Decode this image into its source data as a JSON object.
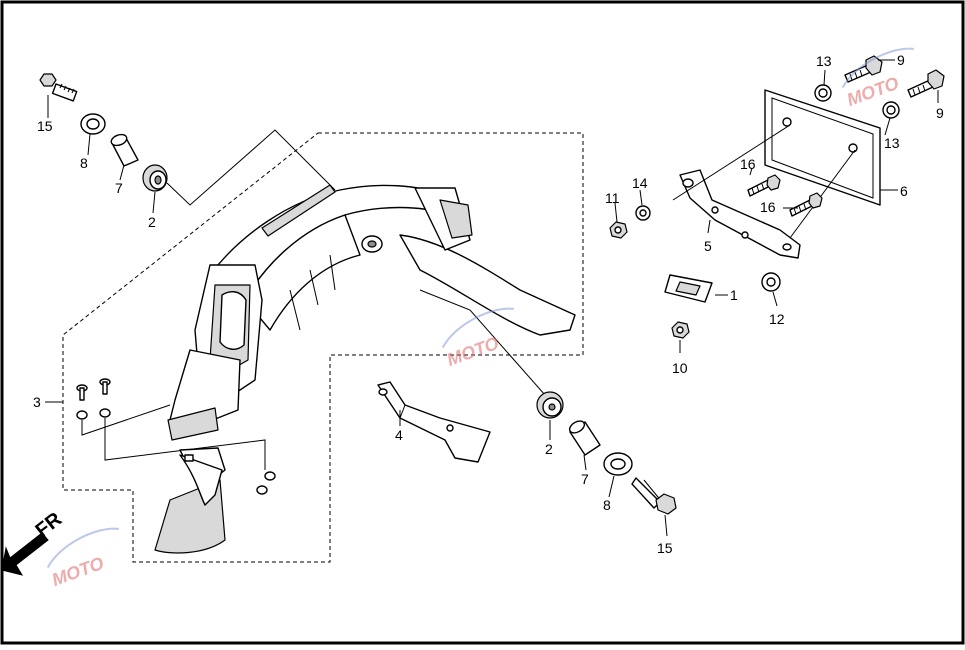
{
  "diagram": {
    "callouts": {
      "c1": "1",
      "c2a": "2",
      "c2b": "2",
      "c3": "3",
      "c4": "4",
      "c5": "5",
      "c6": "6",
      "c7a": "7",
      "c7b": "7",
      "c8a": "8",
      "c8b": "8",
      "c9a": "9",
      "c9b": "9",
      "c10": "10",
      "c11": "11",
      "c12": "12",
      "c13a": "13",
      "c13b": "13",
      "c14": "14",
      "c15a": "15",
      "c15b": "15",
      "c16a": "16",
      "c16b": "16"
    },
    "direction_label": "FR"
  },
  "watermark": {
    "text": "MOTO",
    "colors": {
      "primary": "#e06a6a",
      "secondary": "#7a8fd6"
    }
  }
}
